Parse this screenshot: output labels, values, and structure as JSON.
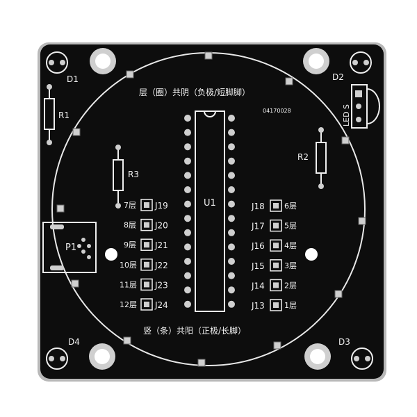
{
  "board": {
    "top_text": "层（圈）共阴（负极/短脚脚）",
    "bottom_text": "竖（条）共阳（正极/长脚）",
    "serial": "04170028",
    "led_label": "LED S",
    "chip": "U1",
    "resistors": [
      "R1",
      "R2",
      "R3"
    ],
    "leds": [
      "D1",
      "D2",
      "D3",
      "D4"
    ],
    "power": "P1",
    "left_pads": [
      {
        "layer": "7层",
        "jumper": "J19"
      },
      {
        "layer": "8层",
        "jumper": "J20"
      },
      {
        "layer": "9层",
        "jumper": "J21"
      },
      {
        "layer": "10层",
        "jumper": "J22"
      },
      {
        "layer": "11层",
        "jumper": "J23"
      },
      {
        "layer": "12层",
        "jumper": "J24"
      }
    ],
    "right_pads": [
      {
        "jumper": "J18",
        "layer": "6层"
      },
      {
        "jumper": "J17",
        "layer": "5层"
      },
      {
        "jumper": "J16",
        "layer": "4层"
      },
      {
        "jumper": "J15",
        "layer": "3层"
      },
      {
        "jumper": "J14",
        "layer": "2层"
      },
      {
        "jumper": "J13",
        "layer": "1层"
      }
    ],
    "colors": {
      "board": "#0d0d0d",
      "silk": "#f2f2f2",
      "pad": "#cfcfcf",
      "edge": "#b8b8b8"
    }
  }
}
